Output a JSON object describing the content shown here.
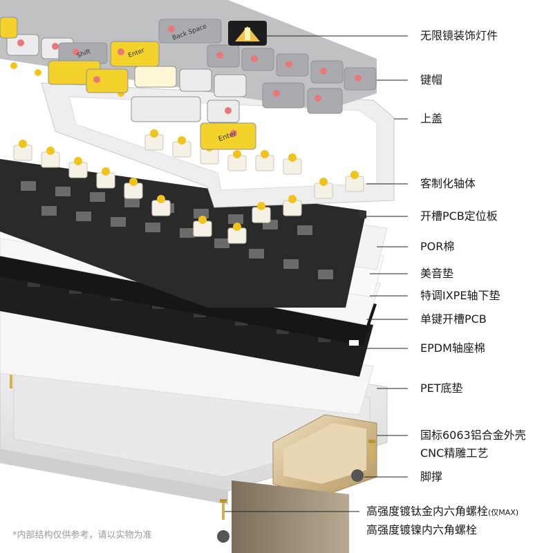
{
  "labels": {
    "light_ornament": "无限镜装饰灯件",
    "keycaps": "键帽",
    "top_case": "上盖",
    "custom_switches": "客制化轴体",
    "slotted_plate": "开槽PCB定位板",
    "por_foam": "POR棉",
    "sound_pad": "美音垫",
    "ixpe_pad": "特调IXPE轴下垫",
    "slotted_pcb": "单键开槽PCB",
    "epdm_foam": "EPDM轴座棉",
    "pet_pad": "PET底垫",
    "bottom_case_line1": "国标6063铝合金外壳",
    "bottom_case_line2": "CNC精雕工艺",
    "feet": "脚撑",
    "screw_ti_main": "高强度镀钛金内六角螺栓",
    "screw_ti_note": "(仅MAX)",
    "screw_ni": "高强度镀镍内六角螺栓"
  },
  "keycap_legends": {
    "backspace": "Back Space",
    "enter": "Enter",
    "shift": "Shift"
  },
  "footnote": "*内部结构仅供参考，请以实物为准",
  "colors": {
    "keycap_gray": "#a9abae",
    "keycap_white": "#ececec",
    "keycap_yellow": "#f3d22b",
    "accent_red": "#e8787a",
    "case_white": "#ededed",
    "pcb_black": "#1f1f1f",
    "bronze": "#d8c29c",
    "leader_line": "#222222"
  }
}
